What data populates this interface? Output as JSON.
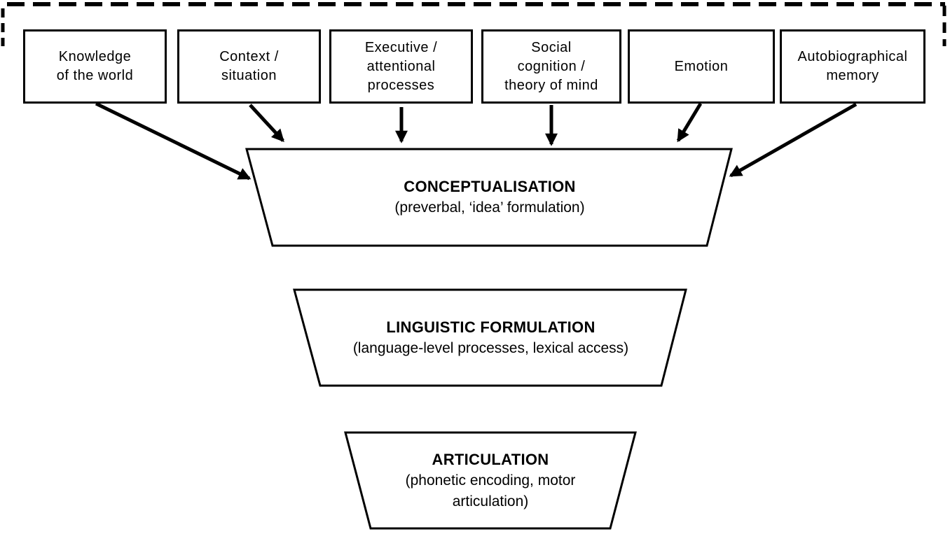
{
  "diagram": {
    "background_color": "#ffffff",
    "line_color": "#000000",
    "box_fill_color": "#ffffff"
  },
  "input_boxes": [
    {
      "id": "knowledge-of-the-world",
      "label": "Knowledge\nof the world"
    },
    {
      "id": "context-situation",
      "label": "Context /\nsituation"
    },
    {
      "id": "executive-attentional-processes",
      "label": "Executive /\nattentional\nprocesses"
    },
    {
      "id": "social-cognition-theory-of-mind",
      "label": "Social\ncognition /\ntheory of mind"
    },
    {
      "id": "emotion",
      "label": "Emotion"
    },
    {
      "id": "autobiographical-memory",
      "label": "Autobiographical\nmemory"
    }
  ],
  "stages": [
    {
      "id": "conceptualisation",
      "title": "CONCEPTUALISATION",
      "subtitle": "(preverbal, ‘idea’ formulation)"
    },
    {
      "id": "linguistic-formulation",
      "title": "LINGUISTIC FORMULATION",
      "subtitle": "(language-level processes, lexical access)"
    },
    {
      "id": "articulation",
      "title": "ARTICULATION",
      "subtitle": "(phonetic encoding, motor\narticulation)"
    }
  ]
}
